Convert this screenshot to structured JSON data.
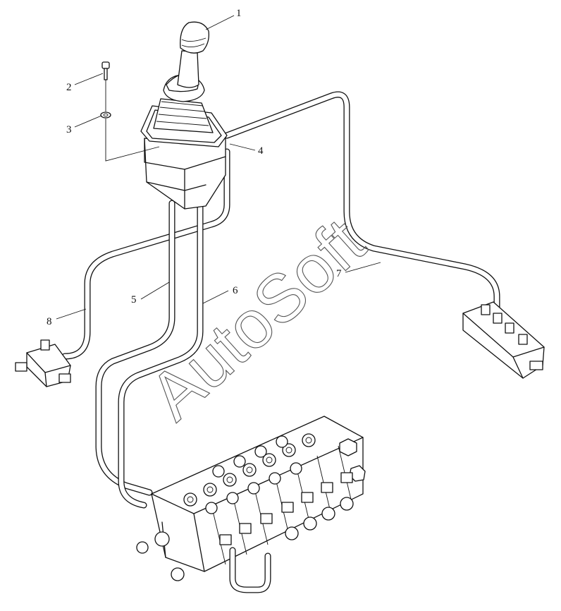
{
  "watermark": "AutoSoft",
  "callouts": [
    {
      "id": "1",
      "text": "1"
    },
    {
      "id": "2",
      "text": "2"
    },
    {
      "id": "3",
      "text": "3"
    },
    {
      "id": "4",
      "text": "4"
    },
    {
      "id": "5",
      "text": "5"
    },
    {
      "id": "6",
      "text": "6"
    },
    {
      "id": "7",
      "text": "7"
    },
    {
      "id": "8",
      "text": "8"
    }
  ]
}
